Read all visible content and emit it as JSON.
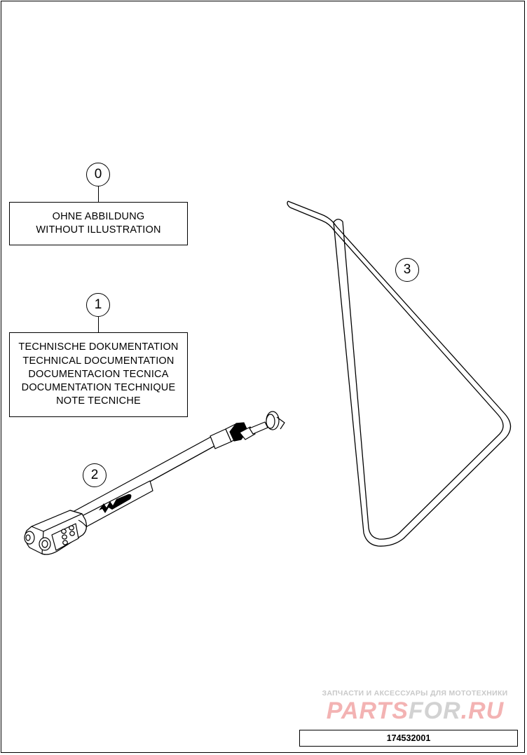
{
  "items": [
    {
      "number": "0",
      "note_lines": [
        "OHNE ABBILDUNG",
        "WITHOUT ILLUSTRATION"
      ]
    },
    {
      "number": "1",
      "note_lines": [
        "TECHNISCHE DOKUMENTATION",
        "TECHNICAL DOCUMENTATION",
        "DOCUMENTACION TECNICA",
        "DOCUMENTATION TECHNIQUE",
        "NOTE TECNICHE"
      ]
    },
    {
      "number": "2"
    },
    {
      "number": "3"
    }
  ],
  "part_number": "174532001",
  "watermark": {
    "tagline": "ЗАПЧАСТИ И АКСЕССУАРЫ ДЛЯ МОТОТЕХНИКИ",
    "brand_a": "PARTS",
    "brand_b": "FOR",
    "brand_c": ".RU"
  },
  "colors": {
    "line": "#000000",
    "watermark_red": "#f3b3b3",
    "watermark_grey": "#d2d2d2"
  }
}
